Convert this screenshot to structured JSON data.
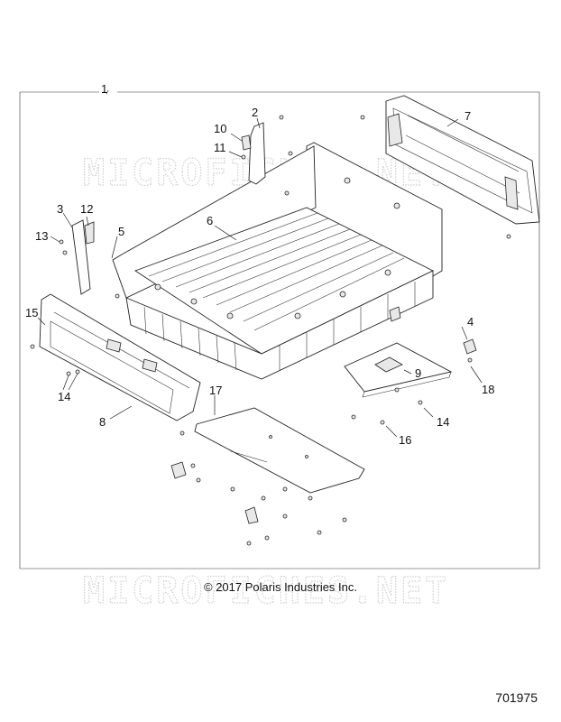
{
  "watermark": "MICROFICHES.NET",
  "copyright": "© 2017 Polaris Industries Inc.",
  "diagram_number": "701975",
  "callouts": [
    {
      "id": "c1",
      "label": "1"
    },
    {
      "id": "c2",
      "label": "2"
    },
    {
      "id": "c3",
      "label": "3"
    },
    {
      "id": "c4",
      "label": "4"
    },
    {
      "id": "c5",
      "label": "5"
    },
    {
      "id": "c6",
      "label": "6"
    },
    {
      "id": "c7",
      "label": "7"
    },
    {
      "id": "c8",
      "label": "8"
    },
    {
      "id": "c9",
      "label": "9"
    },
    {
      "id": "c10",
      "label": "10"
    },
    {
      "id": "c11",
      "label": "11"
    },
    {
      "id": "c12",
      "label": "12"
    },
    {
      "id": "c13",
      "label": "13"
    },
    {
      "id": "c14a",
      "label": "14"
    },
    {
      "id": "c14b",
      "label": "14"
    },
    {
      "id": "c15",
      "label": "15"
    },
    {
      "id": "c16",
      "label": "16"
    },
    {
      "id": "c17",
      "label": "17"
    },
    {
      "id": "c18",
      "label": "18"
    }
  ]
}
